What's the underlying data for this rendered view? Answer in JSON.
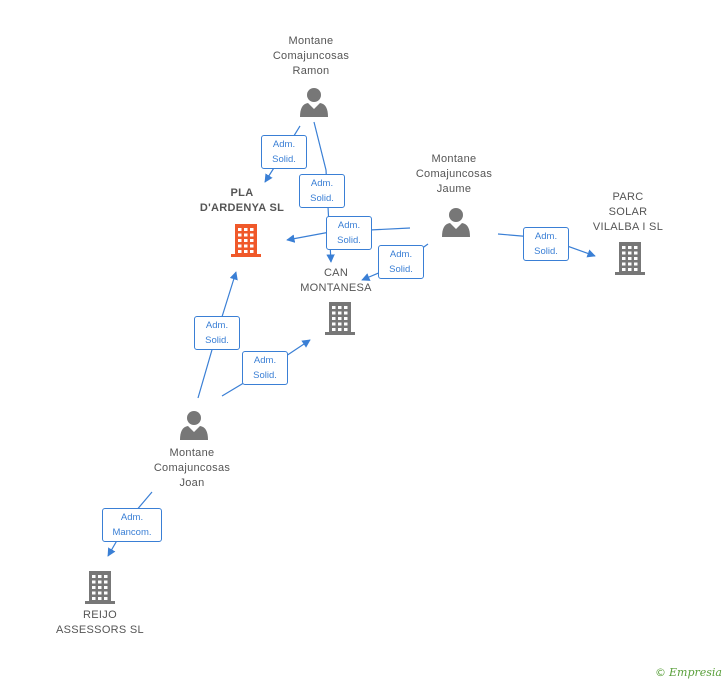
{
  "nodes": {
    "ramon": {
      "label": "Montane\nComajuncosas\nRamon",
      "kind": "person"
    },
    "jaume": {
      "label": "Montane\nComajuncosas\nJaume",
      "kind": "person"
    },
    "joan": {
      "label": "Montane\nComajuncosas\nJoan",
      "kind": "person"
    },
    "pla": {
      "label": "PLA\nD'ARDENYA SL",
      "kind": "company-main"
    },
    "can": {
      "label": "CAN\nMONTANESA",
      "kind": "company"
    },
    "parc": {
      "label": "PARC\nSOLAR\nVILALBA I SL",
      "kind": "company"
    },
    "reijo": {
      "label": "REIJO\nASSESSORS SL",
      "kind": "company"
    }
  },
  "edges": [
    {
      "id": "e1",
      "from": "ramon",
      "to": "pla",
      "label": "Adm.\nSolid."
    },
    {
      "id": "e2",
      "from": "ramon",
      "to": "can",
      "label": "Adm.\nSolid."
    },
    {
      "id": "e3",
      "from": "jaume",
      "to": "pla",
      "label": "Adm.\nSolid."
    },
    {
      "id": "e4",
      "from": "jaume",
      "to": "can",
      "label": "Adm.\nSolid."
    },
    {
      "id": "e5",
      "from": "jaume",
      "to": "parc",
      "label": "Adm.\nSolid."
    },
    {
      "id": "e6",
      "from": "joan",
      "to": "pla",
      "label": "Adm.\nSolid."
    },
    {
      "id": "e7",
      "from": "joan",
      "to": "can",
      "label": "Adm.\nSolid."
    },
    {
      "id": "e8",
      "from": "joan",
      "to": "reijo",
      "label": "Adm.\nMancom."
    }
  ],
  "colors": {
    "edge": "#3a7fd5",
    "person": "#777777",
    "company": "#777777",
    "company_main": "#f0592a"
  },
  "footer": {
    "copyright": "©",
    "brand": "Empresia"
  }
}
